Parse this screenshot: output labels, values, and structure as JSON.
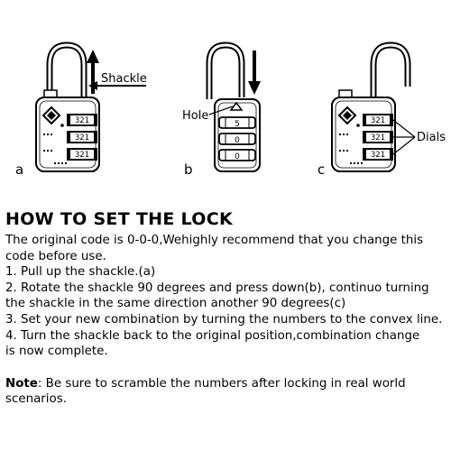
{
  "diagram": {
    "panel_labels": [
      "a",
      "b",
      "c"
    ],
    "shackle_label": "Shackle",
    "hole_label": "Hole",
    "dials_label": "Dials",
    "dial_digits": {
      "a": [
        "321",
        "321",
        "321"
      ],
      "b": [
        "5",
        "0",
        "0"
      ],
      "c": [
        "321",
        "321",
        "321"
      ]
    }
  },
  "instructions": {
    "heading": "HOW TO SET THE LOCK",
    "lines": [
      "The original code is 0-0-0,Wehighly recommend that you change this",
      "code before use.",
      "1. Pull up the shackle.(a)",
      "2. Rotate the shackle 90 degrees and press down(b), continuo turning",
      "the shackle in the same direction another 90 degrees(c)",
      "3. Set your new combination by turning the numbers to the convex line.",
      "4. Turn the shackle back to the original position,combination change",
      "is now complete."
    ],
    "note_label": "Note",
    "note_text": ": Be sure to scramble the numbers after locking in real world",
    "note_text_2": "scenarios."
  }
}
